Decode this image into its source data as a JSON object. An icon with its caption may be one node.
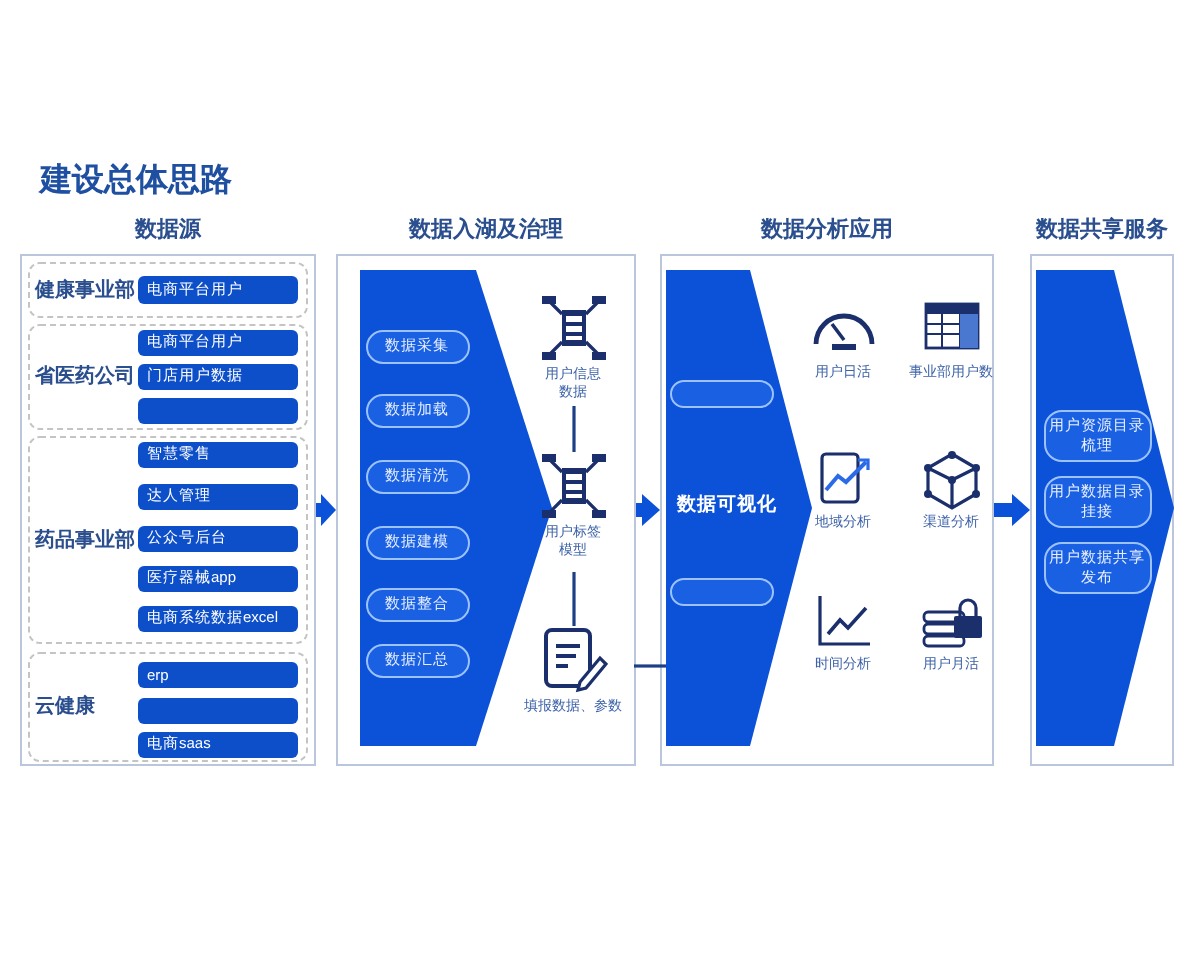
{
  "diagram": {
    "title": "建设总体思路",
    "nodes": [
      {
        "text": [
          "数据源"
        ]
      },
      {
        "text": [
          "健康事业部"
        ],
        "in": 0
      },
      {
        "text": [
          "电商平台用户"
        ],
        "in": 1
      },
      {
        "text": [
          "省医药公司"
        ],
        "in": 0
      },
      {
        "text": [
          "电商平台用户"
        ],
        "in": 3
      },
      {
        "text": [
          "门店用户数据"
        ],
        "in": 3
      },
      {
        "text": [],
        "shape": "box",
        "in": 3
      },
      {
        "text": [
          "药品事业部"
        ],
        "in": 0
      },
      {
        "text": [
          "智慧零售"
        ],
        "in": 7
      },
      {
        "text": [
          "达人管理"
        ],
        "in": 7
      },
      {
        "text": [
          "公众号后台"
        ],
        "in": 7
      },
      {
        "text": [
          "医疗器械app"
        ],
        "in": 7
      },
      {
        "text": [
          "电商系统数据excel"
        ],
        "in": 7
      },
      {
        "text": [
          "云健康"
        ],
        "in": 0
      },
      {
        "text": [
          "erp"
        ],
        "in": 13
      },
      {
        "text": [],
        "shape": "box",
        "in": 13
      },
      {
        "text": [
          "电商saas"
        ],
        "in": 13
      },
      {
        "text": [
          "数据入湖及治理"
        ]
      },
      {
        "text": [],
        "shape": "band",
        "in": 17
      },
      {
        "text": [
          "数据采集"
        ],
        "in": 18
      },
      {
        "text": [
          "数据加载"
        ],
        "in": 18
      },
      {
        "text": [
          "数据清洗"
        ],
        "in": 18
      },
      {
        "text": [
          "数据建模"
        ],
        "in": 18
      },
      {
        "text": [
          "数据整合"
        ],
        "in": 18
      },
      {
        "text": [
          "数据汇总"
        ],
        "in": 18
      },
      {
        "text": [
          "用户信息数据"
        ],
        "in": 17
      },
      {
        "text": [
          "用户标签模型"
        ],
        "in": 17
      },
      {
        "text": [
          "填报数据、参数"
        ],
        "in": 17
      },
      {
        "text": [
          "数据分析应用"
        ]
      },
      {
        "text": [
          "数据可视化"
        ],
        "in": 28
      },
      {
        "text": [],
        "shape": "box",
        "in": 29
      },
      {
        "text": [],
        "shape": "box",
        "in": 29
      },
      {
        "text": [
          "用户日活"
        ],
        "in": 28
      },
      {
        "text": [
          "事业部用户数"
        ],
        "in": 28
      },
      {
        "text": [
          "地域分析"
        ],
        "in": 28
      },
      {
        "text": [
          "渠道分析"
        ],
        "in": 28
      },
      {
        "text": [
          "时间分析"
        ],
        "in": 28
      },
      {
        "text": [
          "用户月活"
        ],
        "in": 28
      },
      {
        "text": [
          "数据共享服务"
        ]
      },
      {
        "text": [],
        "shape": "band",
        "in": 38
      },
      {
        "text": [
          "用户资源目录梳理"
        ],
        "in": 39
      },
      {
        "text": [
          "用户数据目录挂接"
        ],
        "in": 39
      },
      {
        "text": [
          "用户数据共享发布"
        ],
        "in": 39
      }
    ],
    "edges": [
      {
        "from": 0,
        "to": 17,
        "arrow": "to",
        "style": "thick"
      },
      {
        "from": 17,
        "to": 28,
        "arrow": "to",
        "style": "thick"
      },
      {
        "from": 28,
        "to": 38,
        "arrow": "to",
        "style": "thick"
      },
      {
        "from": 25,
        "to": 26,
        "arrow": "none"
      },
      {
        "from": 26,
        "to": 27,
        "arrow": "none"
      },
      {
        "from": 27,
        "to": 29,
        "arrow": "none"
      }
    ]
  }
}
